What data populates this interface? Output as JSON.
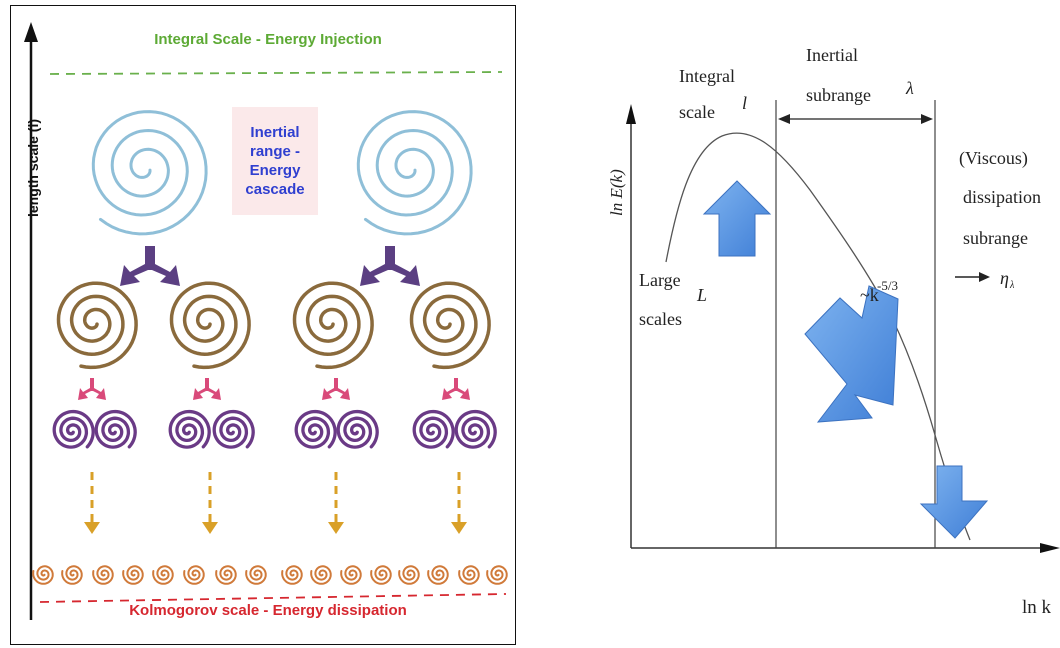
{
  "left_diagram": {
    "top_label": "Integral Scale - Energy Injection",
    "middle_label": "Inertial\nrange -\nEnergy\ncascade",
    "bottom_label": "Kolmogorov scale - Energy dissipation",
    "y_axis_label": "length scale (l)",
    "colors": {
      "large_eddy": "#8fbfd8",
      "medium_eddy": "#8a6a3c",
      "small_eddy": "#6a3a86",
      "tiny_eddy": "#d07a3a",
      "cascade_arrow_large": "#5b3f82",
      "cascade_arrow_small": "#d94a7a",
      "dissipation_arrow": "#d9a028",
      "injection_line": "#6ab04c",
      "dissipation_line": "#d6272f"
    }
  },
  "right_diagram": {
    "y_axis_label": "ln E(k)",
    "x_axis_label": "ln k",
    "integral_label": "Integral",
    "scale_label": "scale",
    "integral_symbol": "l",
    "inertial_label": "Inertial",
    "subrange_label": "subrange",
    "lambda_symbol": "λ",
    "viscous_label": "(Viscous)",
    "dissipation_label": "dissipation",
    "subrange2_label": "subrange",
    "eta_symbol": "η",
    "eta_subscript": "λ",
    "large_label": "Large",
    "scales_label": "scales",
    "large_symbol": "L",
    "slope_label": "~k",
    "slope_exp": "-5/3",
    "arrow_color": "#4f8fde"
  }
}
